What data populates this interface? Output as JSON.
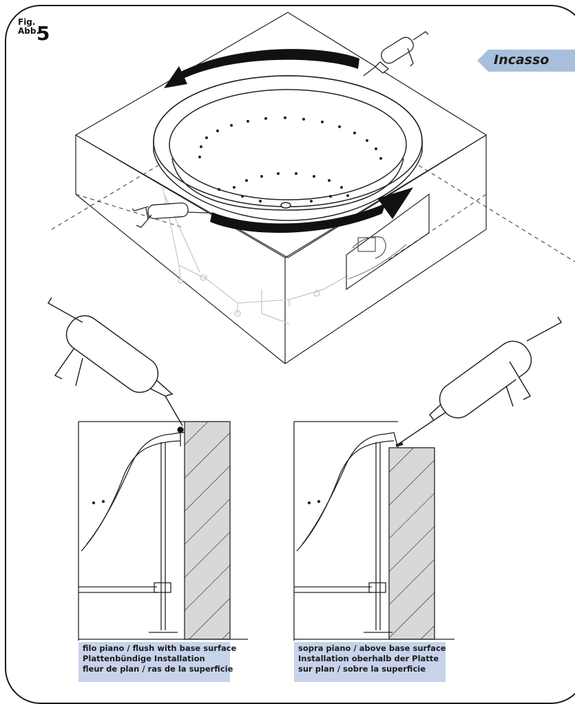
{
  "figure": {
    "label_line1": "Fig.",
    "label_line2": "Abb.",
    "number": "5"
  },
  "tag": {
    "text": "Incasso",
    "color": "#a8c0dc"
  },
  "captions": {
    "left": {
      "line1": "filo piano / flush with base surface",
      "line2": "Plattenbündige Installation",
      "line3": "fleur de plan / ras de la superficie"
    },
    "right": {
      "line1": "sopra piano / above base surface",
      "line2": "Installation oberhalb der Platte",
      "line3": "sur plan / sobre la superficie"
    },
    "color": "#c7d3ea"
  }
}
